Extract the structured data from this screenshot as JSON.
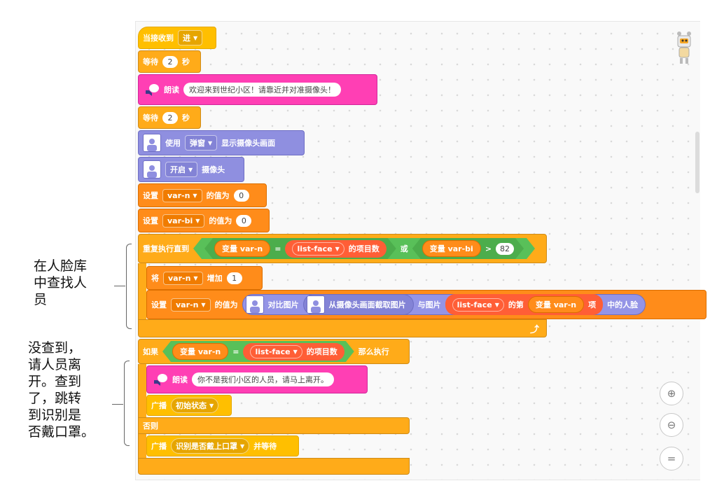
{
  "blocks": {
    "when_receive": {
      "label": "当接收到",
      "value": "进"
    },
    "wait1": {
      "label": "等待",
      "value": "2",
      "unit": "秒"
    },
    "speak1": {
      "label": "朗读",
      "text": "欢迎来到世纪小区！请靠近并对准摄像头！"
    },
    "wait2": {
      "label": "等待",
      "value": "2",
      "unit": "秒"
    },
    "use_popup": {
      "label": "使用",
      "value": "弹窗",
      "suffix": "显示摄像头画面"
    },
    "camera_on": {
      "value": "开启",
      "suffix": "摄像头"
    },
    "set_n": {
      "label": "设置",
      "var": "var-n",
      "to": "的值为",
      "value": "0"
    },
    "set_bi": {
      "label": "设置",
      "var": "var-bi",
      "to": "的值为",
      "value": "0"
    },
    "repeat_until": {
      "label": "重复执行直到",
      "var_prefix": "变量",
      "var1": "var-n",
      "eq": "=",
      "list": "list-face",
      "count": "的项目数",
      "or": "或",
      "var2": "var-bi",
      "gt": ">",
      "value": "82"
    },
    "change_n": {
      "label": "将",
      "var": "var-n",
      "op": "增加",
      "value": "1"
    },
    "set_bi_compare": {
      "label": "设置",
      "var": "var-n",
      "to": "的值为",
      "compare": "对比图片",
      "capture": "从摄像头画面截取图片",
      "with": "与图片",
      "list": "list-face",
      "nth": "的第",
      "var_prefix": "变量",
      "item": "项",
      "face": "中的人脸"
    },
    "if_block": {
      "label": "如果",
      "var_prefix": "变量",
      "var": "var-n",
      "eq": "=",
      "list": "list-face",
      "count": "的项目数",
      "then": "那么执行"
    },
    "speak2": {
      "label": "朗读",
      "text": "你不是我们小区的人员，请马上离开。"
    },
    "broadcast1": {
      "label": "广播",
      "value": "初始状态"
    },
    "else": {
      "label": "否则"
    },
    "broadcast2": {
      "label": "广播",
      "value": "识别是否戴上口罩",
      "suffix": "并等待"
    }
  },
  "notes": {
    "note1": [
      "在人脸库",
      "中查找人",
      "员"
    ],
    "note2": [
      "没查到，",
      "请人员离",
      "开。查到",
      "了，跳转",
      "到识别是",
      "否戴口罩。"
    ]
  },
  "zoom": {
    "in": "⊕",
    "out": "⊖",
    "reset": "="
  },
  "colors": {
    "event": "#ffbf00",
    "control": "#ffab19",
    "tts": "#ff3fb4",
    "video": "#8f8fe0",
    "variable": "#ff8c1a",
    "list": "#ff5e36",
    "operator": "#59c059"
  }
}
